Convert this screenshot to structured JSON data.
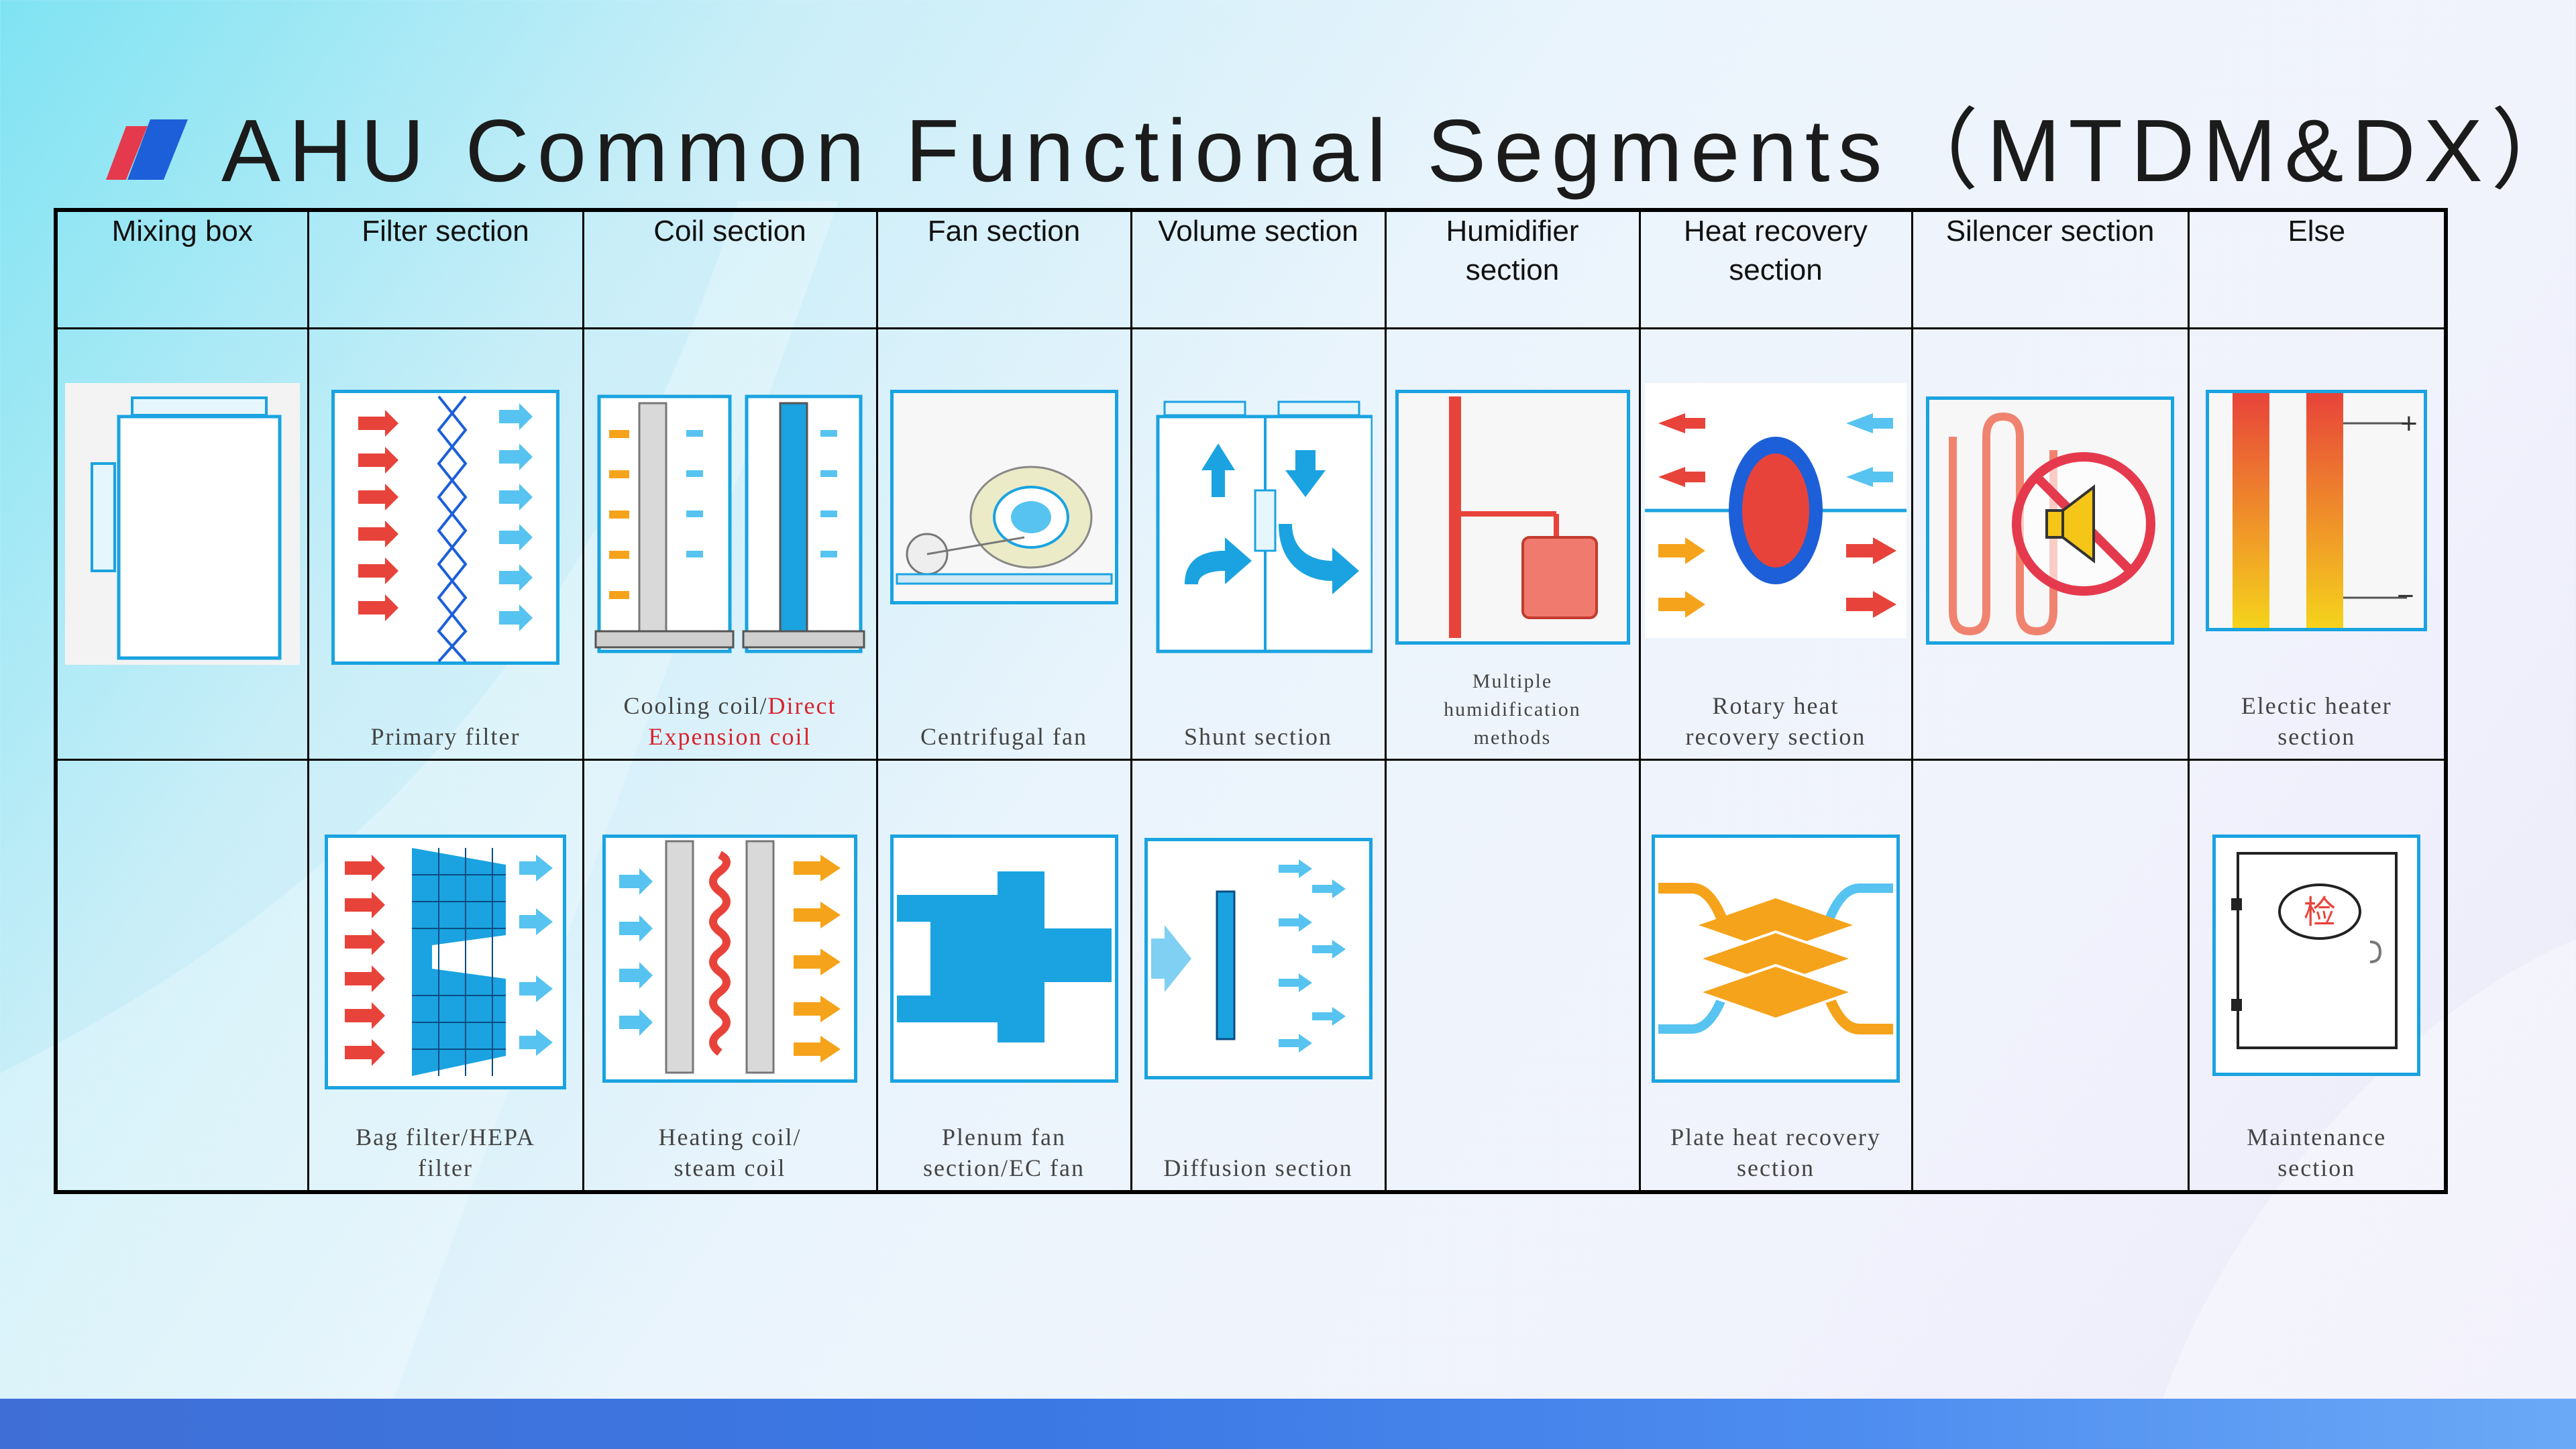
{
  "title": "AHU Common Functional Segments（MTDM&DX）",
  "colors": {
    "accent_blue": "#1c5fd8",
    "accent_red": "#e53a4d",
    "cyan": "#1aa3e0",
    "arrow_red": "#e8433a",
    "arrow_orange": "#f5a31b"
  },
  "headers": [
    "Mixing box",
    "Filter section",
    "Coil section",
    "Fan section",
    "Volume section",
    "Humidifier section",
    "Heat recovery section",
    "Silencer section",
    "Else"
  ],
  "row1": [
    {
      "icon": "mixing-box-icon",
      "caption": ""
    },
    {
      "icon": "primary-filter-icon",
      "caption": "Primary filter"
    },
    {
      "icon": "cooling-coil-icon",
      "caption_a": "Cooling coil/",
      "caption_b": "Direct Expension coil"
    },
    {
      "icon": "centrifugal-fan-icon",
      "caption": "Centrifugal fan"
    },
    {
      "icon": "shunt-section-icon",
      "caption": "Shunt section"
    },
    {
      "icon": "humidifier-icon",
      "caption": "Multiple humidification methods"
    },
    {
      "icon": "rotary-heat-recovery-icon",
      "caption": "Rotary heat recovery section"
    },
    {
      "icon": "silencer-icon",
      "caption": ""
    },
    {
      "icon": "electric-heater-icon",
      "caption": "Electic heater section"
    }
  ],
  "row2": [
    {
      "icon": "",
      "caption": ""
    },
    {
      "icon": "bag-filter-icon",
      "caption": "Bag filter/HEPA filter"
    },
    {
      "icon": "heating-coil-icon",
      "caption": "Heating coil/ steam coil"
    },
    {
      "icon": "plenum-fan-icon",
      "caption": "Plenum fan section/EC fan"
    },
    {
      "icon": "diffusion-section-icon",
      "caption": "Diffusion section"
    },
    {
      "icon": "",
      "caption": ""
    },
    {
      "icon": "plate-heat-recovery-icon",
      "caption": "Plate heat recovery section"
    },
    {
      "icon": "",
      "caption": ""
    },
    {
      "icon": "maintenance-section-icon",
      "caption": "Maintenance section",
      "door_label": "检"
    }
  ],
  "heater_signs": {
    "plus": "+",
    "minus": "−"
  }
}
